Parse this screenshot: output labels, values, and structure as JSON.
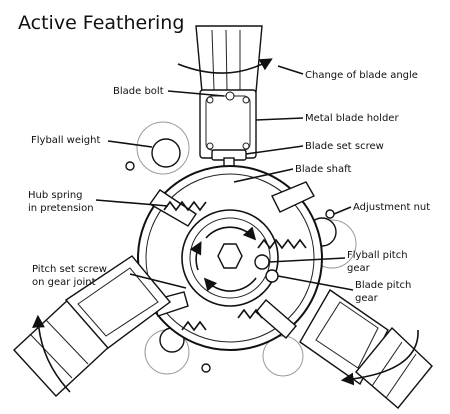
{
  "title": "Active Feathering",
  "labels": {
    "change_of_blade_angle": "Change of blade angle",
    "blade_bolt": "Blade bolt",
    "metal_blade_holder": "Metal blade holder",
    "flyball_weight": "Flyball weight",
    "blade_set_screw": "Blade set screw",
    "blade_shaft": "Blade shaft",
    "hub_spring_1": "Hub spring",
    "hub_spring_2": "in pretension",
    "adjustment_nut": "Adjustment nut",
    "flyball_pitch_gear_1": "Flyball pitch",
    "flyball_pitch_gear_2": "gear",
    "pitch_set_screw_1": "Pitch set screw",
    "pitch_set_screw_2": "on gear joint",
    "blade_pitch_gear_1": "Blade pitch",
    "blade_pitch_gear_2": "gear"
  }
}
